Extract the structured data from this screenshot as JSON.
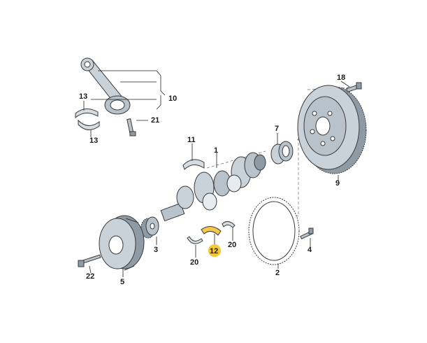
{
  "diagram": {
    "colors": {
      "part_fill": "#c9d2d9",
      "part_dark": "#8e9aa4",
      "part_light": "#e6ebef",
      "outline": "#3a3a3a",
      "highlight_part": "#f2c94c",
      "highlight_badge": "#f3c935"
    },
    "labels": {
      "l10": "10",
      "l13a": "13",
      "l13b": "13",
      "l21": "21",
      "l11": "11",
      "l1": "1",
      "l7": "7",
      "l18": "18",
      "l9": "9",
      "l3": "3",
      "l4": "4",
      "l2": "2",
      "l5": "5",
      "l22": "22",
      "l20a": "20",
      "l20b": "20",
      "l12": "12"
    },
    "highlighted_part": "12"
  }
}
